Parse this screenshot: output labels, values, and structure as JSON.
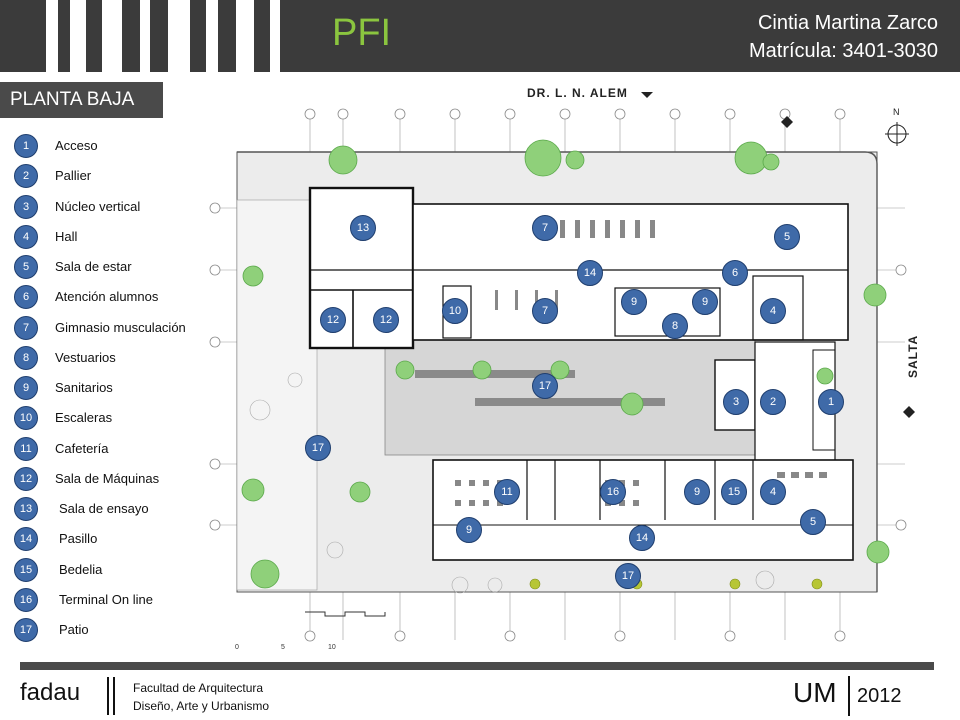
{
  "header": {
    "title": "PFI",
    "author_name": "Cintia Martina Zarco",
    "author_id": "Matrícula: 3401-3030"
  },
  "section_label": "PLANTA BAJA",
  "legend": [
    {
      "number": "1",
      "label": "Acceso"
    },
    {
      "number": "2",
      "label": "Pallier"
    },
    {
      "number": "3",
      "label": "Núcleo vertical"
    },
    {
      "number": "4",
      "label": "Hall"
    },
    {
      "number": "5",
      "label": "Sala de estar"
    },
    {
      "number": "6",
      "label": "Atención alumnos"
    },
    {
      "number": "7",
      "label": "Gimnasio musculación"
    },
    {
      "number": "8",
      "label": "Vestuarios"
    },
    {
      "number": "9",
      "label": "Sanitarios"
    },
    {
      "number": "10",
      "label": "Escaleras"
    },
    {
      "number": "11",
      "label": "Cafetería"
    },
    {
      "number": "12",
      "label": "Sala de Máquinas"
    },
    {
      "number": "13",
      "label": "Sala de ensayo"
    },
    {
      "number": "14",
      "label": "Pasillo"
    },
    {
      "number": "15",
      "label": "Bedelia"
    },
    {
      "number": "16",
      "label": "Terminal On line"
    },
    {
      "number": "17",
      "label": "Patio"
    }
  ],
  "plan": {
    "street_top": "DR. L. N. ALEM",
    "street_right": "SALTA",
    "north_label": "N",
    "scale_labels": [
      "0",
      "5",
      "10"
    ],
    "markers": [
      "13",
      "7",
      "5",
      "14",
      "6",
      "12",
      "12",
      "10",
      "7",
      "9",
      "9",
      "4",
      "8",
      "17",
      "3",
      "2",
      "1",
      "17",
      "11",
      "16",
      "9",
      "15",
      "4",
      "5",
      "9",
      "14",
      "17"
    ]
  },
  "footer": {
    "brand": "fadau",
    "faculty_line1": "Facultad de Arquitectura",
    "faculty_line2": "Diseño, Arte y Urbanismo",
    "university": "UM",
    "year": "2012"
  },
  "colors": {
    "header_bg": "#3b3b3b",
    "title_green": "#8bc53f",
    "marker_blue": "#3f6aa8",
    "tree_green": "#8fd07a",
    "patio_gray": "#d9d9d9"
  }
}
